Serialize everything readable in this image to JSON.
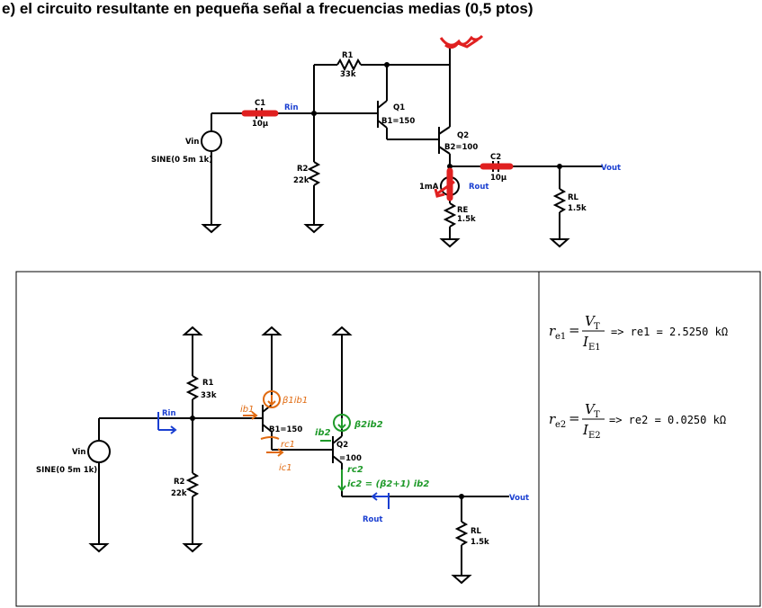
{
  "title": "e) el circuito resultante en pequeña señal a frecuencias medias (0,5 ptos)",
  "top_circuit": {
    "r1": "R1",
    "r1_val": "33k",
    "r2": "R2",
    "r2_val": "22k",
    "c1": "C1",
    "c1_val": "10µ",
    "c2": "C2",
    "c2_val": "10µ",
    "vin": "Vin",
    "vin_src": "SINE(0 5m 1k)",
    "q1": "Q1",
    "q1_beta": "B1=150",
    "q2": "Q2",
    "q2_beta": "B2=100",
    "re": "RE",
    "re_val": "1.5k",
    "rl": "RL",
    "rl_val": "1.5k",
    "i_src": "1mA",
    "rin": "Rin",
    "rout": "Rout",
    "vout": "Vout"
  },
  "bottom_circuit": {
    "r1": "R1",
    "r1_val": "33k",
    "r2": "R2",
    "r2_val": "22k",
    "vin": "Vin",
    "vin_src": "SINE(0 5m 1k)",
    "q1_beta": "B1=150",
    "q2": "Q2",
    "q2_beta": "=100",
    "rl": "RL",
    "rl_val": "1.5k",
    "rin": "Rin",
    "rout": "Rout",
    "vout": "Vout",
    "annot_ib1": "ib1",
    "annot_b1ib1": "β1ib1",
    "annot_rc1": "rc1",
    "annot_ic1": "ic1",
    "annot_ib2": "ib2",
    "annot_b2ib2": "β2ib2",
    "annot_rc2": "rc2",
    "annot_ic2": "ic2 = (β2+1) ib2"
  },
  "formulas": {
    "re1_lhs": "r",
    "re1_sub": "e1",
    "re1_num": "V",
    "re1_num_sub": "T",
    "re1_den": "I",
    "re1_den_sub": "E1",
    "re1_result": "=> re1 = 2.5250 kΩ",
    "re2_lhs": "r",
    "re2_sub": "e2",
    "re2_num": "V",
    "re2_num_sub": "T",
    "re2_den": "I",
    "re2_den_sub": "E2",
    "re2_result": "=> re2 = 0.0250 kΩ"
  },
  "colors": {
    "red": "#e02020",
    "orange": "#e06a10",
    "green": "#1f9a2a",
    "blue": "#1a3fd1"
  }
}
